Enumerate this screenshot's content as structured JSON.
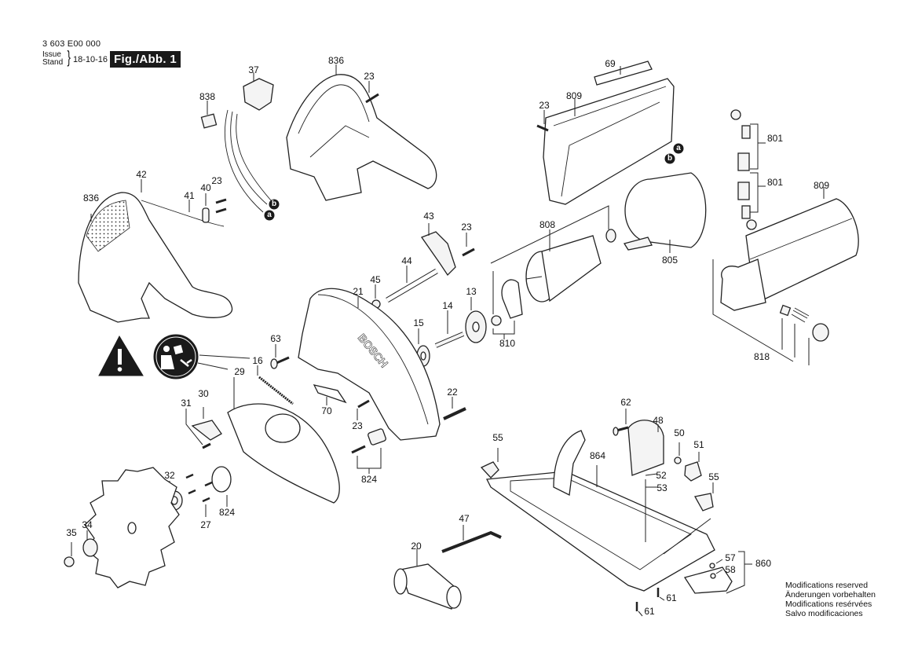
{
  "header": {
    "document_code": "3 603 E00 000",
    "issue_label_en": "Issue",
    "issue_label_de": "Stand",
    "issue_date": "18-10-16",
    "figure_label": "Fig./Abb. 1"
  },
  "footer": {
    "lines": [
      "Modifications reserved",
      "Änderungen vorbehalten",
      "Modifications resérvées",
      "Salvo modificaciones"
    ]
  },
  "icons": {
    "warning": "warning-triangle-icon",
    "manual": "read-manual-icon",
    "connector_a": "a",
    "connector_b": "b"
  },
  "parts": [
    {
      "id": "p37",
      "label": "37"
    },
    {
      "id": "p836a",
      "label": "836"
    },
    {
      "id": "p23a",
      "label": "23"
    },
    {
      "id": "p838",
      "label": "838"
    },
    {
      "id": "p42",
      "label": "42"
    },
    {
      "id": "p836b",
      "label": "836"
    },
    {
      "id": "p41",
      "label": "41"
    },
    {
      "id": "p40",
      "label": "40"
    },
    {
      "id": "p23b",
      "label": "23"
    },
    {
      "id": "p69",
      "label": "69"
    },
    {
      "id": "p809a",
      "label": "809"
    },
    {
      "id": "p23c",
      "label": "23"
    },
    {
      "id": "p801a",
      "label": "801"
    },
    {
      "id": "p801b",
      "label": "801"
    },
    {
      "id": "p809b",
      "label": "809"
    },
    {
      "id": "p43",
      "label": "43"
    },
    {
      "id": "p23d",
      "label": "23"
    },
    {
      "id": "p808",
      "label": "808"
    },
    {
      "id": "p805",
      "label": "805"
    },
    {
      "id": "p44",
      "label": "44"
    },
    {
      "id": "p45",
      "label": "45"
    },
    {
      "id": "p21",
      "label": "21"
    },
    {
      "id": "p13",
      "label": "13"
    },
    {
      "id": "p14",
      "label": "14"
    },
    {
      "id": "p15",
      "label": "15"
    },
    {
      "id": "p810",
      "label": "810"
    },
    {
      "id": "p818",
      "label": "818"
    },
    {
      "id": "p63",
      "label": "63"
    },
    {
      "id": "p16",
      "label": "16"
    },
    {
      "id": "p29",
      "label": "29"
    },
    {
      "id": "p22",
      "label": "22"
    },
    {
      "id": "p70",
      "label": "70"
    },
    {
      "id": "p23e",
      "label": "23"
    },
    {
      "id": "p30",
      "label": "30"
    },
    {
      "id": "p31",
      "label": "31"
    },
    {
      "id": "p824a",
      "label": "824"
    },
    {
      "id": "p32",
      "label": "32"
    },
    {
      "id": "p824b",
      "label": "824"
    },
    {
      "id": "p27",
      "label": "27"
    },
    {
      "id": "p34",
      "label": "34"
    },
    {
      "id": "p35",
      "label": "35"
    },
    {
      "id": "p62",
      "label": "62"
    },
    {
      "id": "p48",
      "label": "48"
    },
    {
      "id": "p50",
      "label": "50"
    },
    {
      "id": "p51",
      "label": "51"
    },
    {
      "id": "p55a",
      "label": "55"
    },
    {
      "id": "p864",
      "label": "864"
    },
    {
      "id": "p52",
      "label": "52"
    },
    {
      "id": "p53",
      "label": "53"
    },
    {
      "id": "p55b",
      "label": "55"
    },
    {
      "id": "p47",
      "label": "47"
    },
    {
      "id": "p20",
      "label": "20"
    },
    {
      "id": "p57",
      "label": "57"
    },
    {
      "id": "p58",
      "label": "58"
    },
    {
      "id": "p860",
      "label": "860"
    },
    {
      "id": "p61a",
      "label": "61"
    },
    {
      "id": "p61b",
      "label": "61"
    }
  ]
}
